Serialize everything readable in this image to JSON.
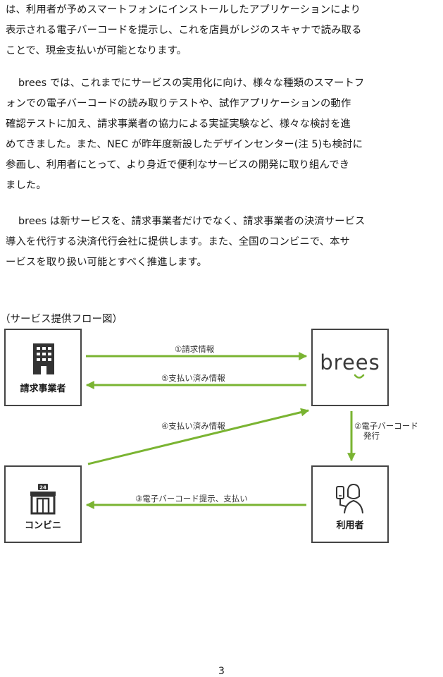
{
  "paragraphs": [
    {
      "lines": [
        "は、利用者が予めスマートフォンにインストールしたアプリケーションにより",
        "表示される電子バーコードを提示し、これを店員がレジのスキャナで読み取る",
        "ことで、現金支払いが可能となります。"
      ]
    },
    {
      "lines": [
        "brees では、これまでにサービスの実用化に向け、様々な種類のスマートフ",
        "ォンでの電子バーコードの読み取りテストや、試作アプリケーションの動作",
        "確認テストに加え、請求事業者の協力による実証実験など、様々な検討を進",
        "めてきました。また、NEC が昨年度新設したデザインセンター(注 5)も検討に",
        "参画し、利用者にとって、より身近で便利なサービスの開発に取り組んでき",
        "ました。"
      ]
    },
    {
      "lines": [
        "brees は新サービスを、請求事業者だけでなく、請求事業者の決済サービス",
        "導入を代行する決済代行会社に提供します。また、全国のコンビニで、本サ",
        "ービスを取り扱い可能とすべく推進します。"
      ]
    }
  ],
  "diagram": {
    "caption": "（サービス提供フロー図）",
    "nodes": {
      "biller": "請求事業者",
      "brees_logo": "brees",
      "store": "コンビニ",
      "user": "利用者",
      "store_sign": "24"
    },
    "arrows": {
      "a1": "①請求情報",
      "a2_line1": "②電子バーコード",
      "a2_line2": "発行",
      "a3": "③電子バーコード提示、支払い",
      "a4": "④支払い済み情報",
      "a5": "⑤支払い済み情報"
    },
    "colors": {
      "arrow": "#7ab432",
      "border": "#444444",
      "icon": "#333333"
    }
  },
  "page_number": "3"
}
